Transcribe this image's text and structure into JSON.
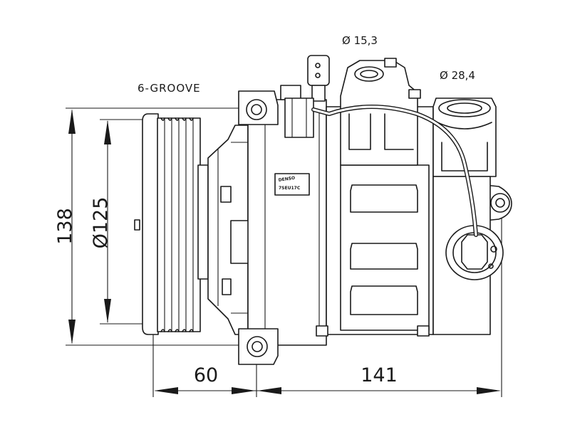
{
  "labels": {
    "groove": "6-GROOVE",
    "port_small": "Ø 15,3",
    "port_large": "Ø 28,4",
    "height_outer": "138",
    "pulley_diameter": "Ø125",
    "width_front": "60",
    "width_body": "141",
    "brand": "DENSO",
    "model_code": "7SEU17C"
  }
}
